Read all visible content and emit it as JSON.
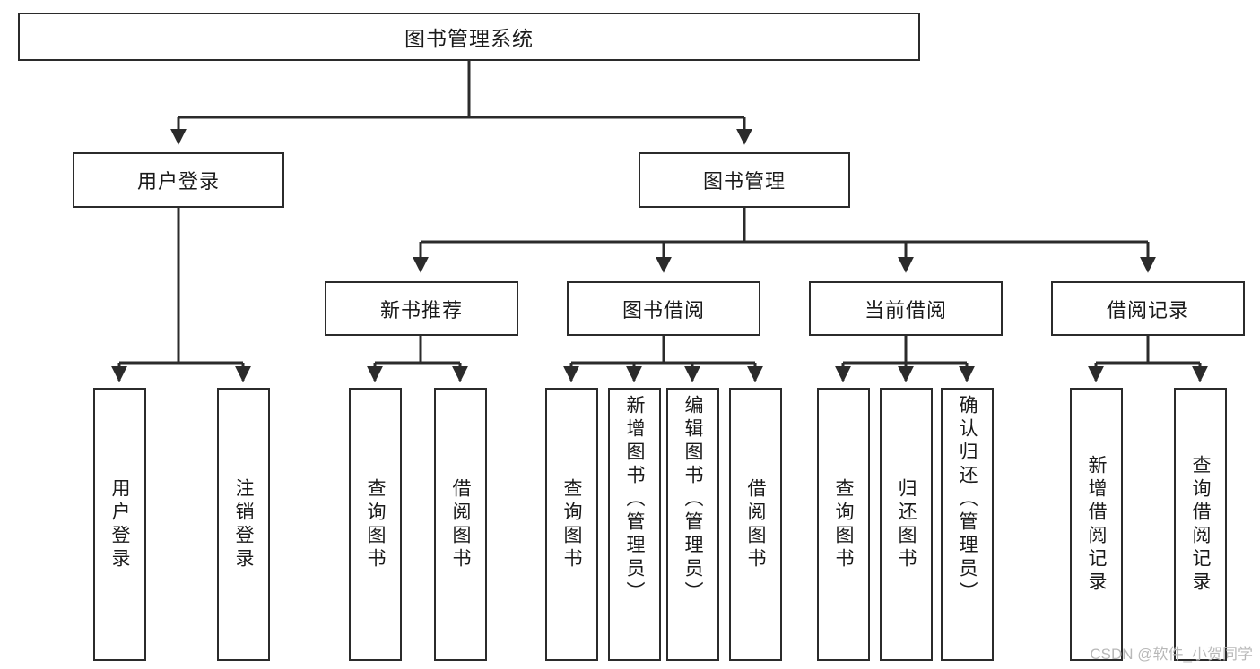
{
  "diagram": {
    "type": "tree-hierarchy",
    "title": "图书管理系统",
    "watermark": "CSDN @软件_小贺同学",
    "colors": {
      "box_border": "#2b2b2b",
      "box_fill": "#ffffff",
      "edge": "#2b2b2b",
      "text": "#1a1a1a",
      "watermark": "#b8b8b8"
    },
    "levels": {
      "root": {
        "label": "图书管理系统"
      },
      "level2": [
        {
          "id": "user-login",
          "label": "用户登录"
        },
        {
          "id": "book-management",
          "label": "图书管理"
        }
      ],
      "level3": [
        {
          "id": "new-book-recommend",
          "label": "新书推荐"
        },
        {
          "id": "book-borrow",
          "label": "图书借阅"
        },
        {
          "id": "current-borrow",
          "label": "当前借阅"
        },
        {
          "id": "borrow-record",
          "label": "借阅记录"
        }
      ],
      "leaves": {
        "user-login": [
          {
            "id": "leaf-user-login",
            "label": "用户登录"
          },
          {
            "id": "leaf-logout",
            "label": "注销登录"
          }
        ],
        "new-book-recommend": [
          {
            "id": "leaf-query-book-1",
            "label": "查询图书"
          },
          {
            "id": "leaf-borrow-book-1",
            "label": "借阅图书"
          }
        ],
        "book-borrow": [
          {
            "id": "leaf-query-book-2",
            "label": "查询图书"
          },
          {
            "id": "leaf-add-book",
            "label": "新增图书（管理员）"
          },
          {
            "id": "leaf-edit-book",
            "label": "编辑图书（管理员）"
          },
          {
            "id": "leaf-borrow-book-2",
            "label": "借阅图书"
          }
        ],
        "current-borrow": [
          {
            "id": "leaf-query-book-3",
            "label": "查询图书"
          },
          {
            "id": "leaf-return-book",
            "label": "归还图书"
          },
          {
            "id": "leaf-confirm-return",
            "label": "确认归还（管理员）"
          }
        ],
        "borrow-record": [
          {
            "id": "leaf-add-record",
            "label": "新增借阅记录"
          },
          {
            "id": "leaf-query-record",
            "label": "查询借阅记录"
          }
        ]
      }
    }
  }
}
